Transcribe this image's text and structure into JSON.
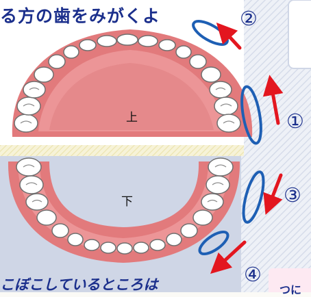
{
  "title": "る方の歯をみがくよ",
  "upper_label": "上",
  "lower_label": "下",
  "step_numbers": [
    "①",
    "②",
    "③",
    "④"
  ],
  "bottom_text": "こぼこしているところは",
  "corner_text": "つに",
  "colors": {
    "gum": "#e27a7c",
    "gum_light": "#f1a4a5",
    "tooth_outline": "#777777",
    "marker": "#1e5fb4",
    "arrow": "#e3161f",
    "text": "#1b2f8c"
  }
}
